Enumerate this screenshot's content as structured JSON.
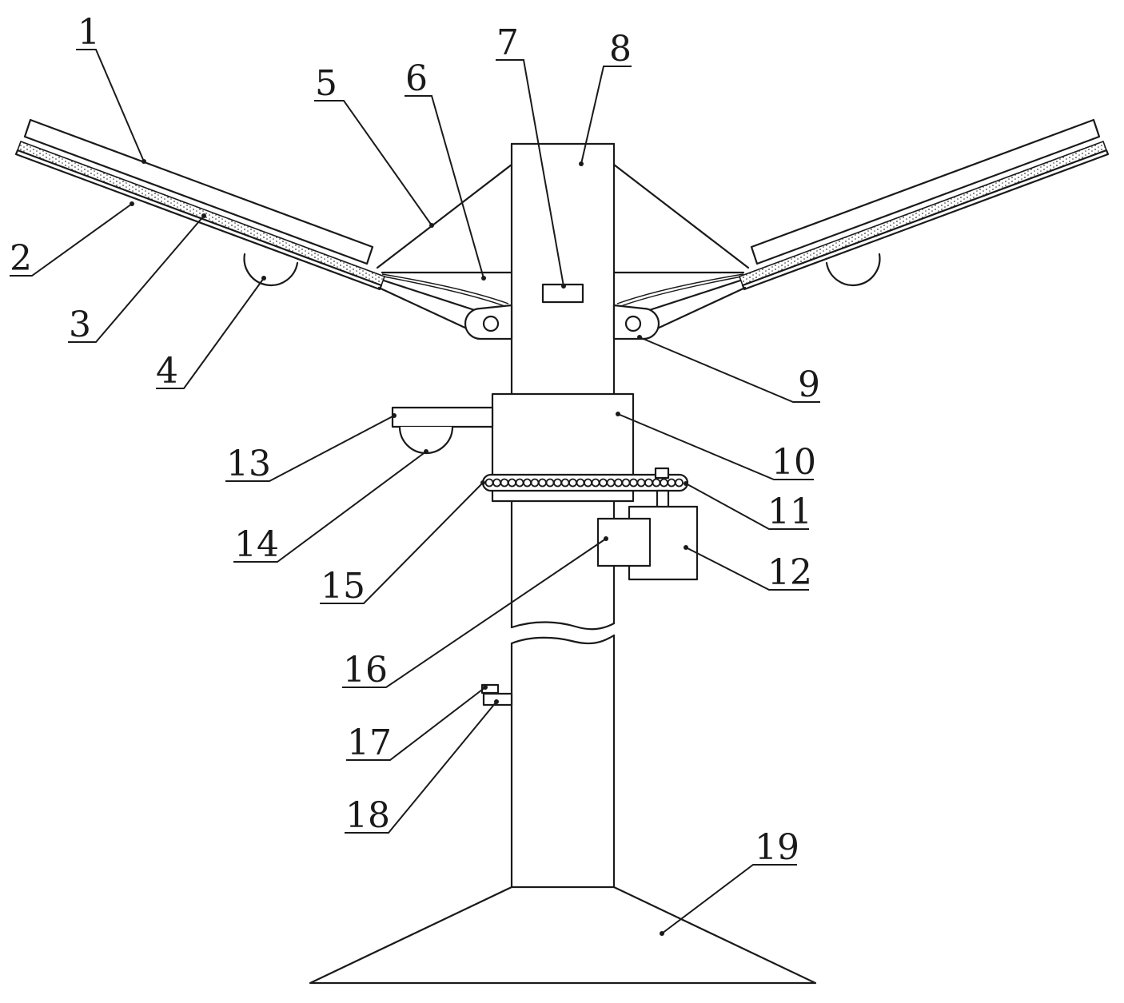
{
  "labels": [
    {
      "id": "1",
      "text": "1"
    },
    {
      "id": "2",
      "text": "2"
    },
    {
      "id": "3",
      "text": "3"
    },
    {
      "id": "4",
      "text": "4"
    },
    {
      "id": "5",
      "text": "5"
    },
    {
      "id": "6",
      "text": "6"
    },
    {
      "id": "7",
      "text": "7"
    },
    {
      "id": "8",
      "text": "8"
    },
    {
      "id": "9",
      "text": "9"
    },
    {
      "id": "10",
      "text": "10"
    },
    {
      "id": "11",
      "text": "11"
    },
    {
      "id": "12",
      "text": "12"
    },
    {
      "id": "13",
      "text": "13"
    },
    {
      "id": "14",
      "text": "14"
    },
    {
      "id": "15",
      "text": "15"
    },
    {
      "id": "16",
      "text": "16"
    },
    {
      "id": "17",
      "text": "17"
    },
    {
      "id": "18",
      "text": "18"
    },
    {
      "id": "19",
      "text": "19"
    }
  ]
}
